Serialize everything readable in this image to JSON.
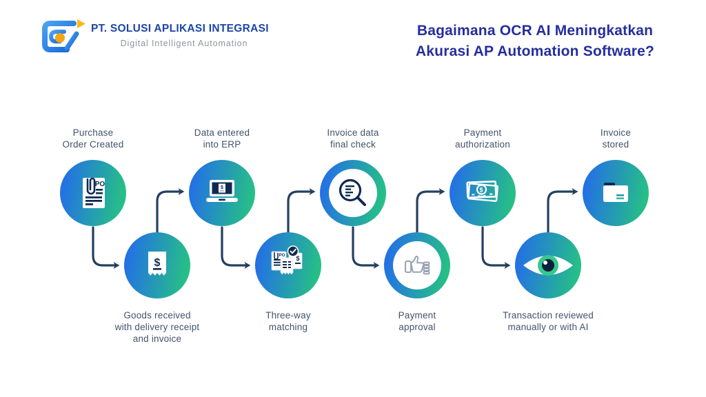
{
  "header": {
    "logo": {
      "company_name": "PT. SOLUSI APLIKASI INTEGRASI",
      "tagline": "Digital Intelligent Automation",
      "icon": "gai-logo-icon",
      "colors": {
        "blue": "#2f86e8",
        "text_blue": "#1c45a8",
        "text_gray": "#8f949c",
        "orange": "#f2a516",
        "yellow": "#fbb917"
      }
    },
    "title": {
      "line1": "Bagaimana OCR AI Meningkatkan",
      "line2": "Akurasi AP Automation Software?",
      "color": "#252e9c"
    }
  },
  "diagram": {
    "colors": {
      "circle_gradient_start": "#2472e3",
      "circle_gradient_end": "#26c184",
      "icon_navy": "#0e2a52",
      "arrow": "#234060",
      "label": "#42526b",
      "iris_green": "#35c98e",
      "folder_line_teal_blue": "#2e96b4",
      "folder_line_teal_green": "#35bd96"
    },
    "steps": [
      {
        "label": "Purchase\nOrder Created",
        "icon": "po-document-icon",
        "row": "top"
      },
      {
        "label": "Goods received\nwith delivery receipt\nand invoice",
        "icon": "receipt-icon",
        "row": "bottom"
      },
      {
        "label": "Data entered\ninto ERP",
        "icon": "laptop-erp-icon",
        "row": "top"
      },
      {
        "label": "Three-way\nmatching",
        "icon": "documents-check-icon",
        "row": "bottom"
      },
      {
        "label": "Invoice data\nfinal check",
        "icon": "magnifier-icon",
        "row": "top"
      },
      {
        "label": "Payment\napproval",
        "icon": "thumbs-up-icon",
        "row": "bottom"
      },
      {
        "label": "Payment\nauthorization",
        "icon": "banknote-icon",
        "row": "top"
      },
      {
        "label": "Transaction reviewed\nmanually or with AI",
        "icon": "eye-icon",
        "row": "bottom"
      },
      {
        "label": "Invoice\nstored",
        "icon": "folder-icon",
        "row": "top"
      }
    ]
  }
}
